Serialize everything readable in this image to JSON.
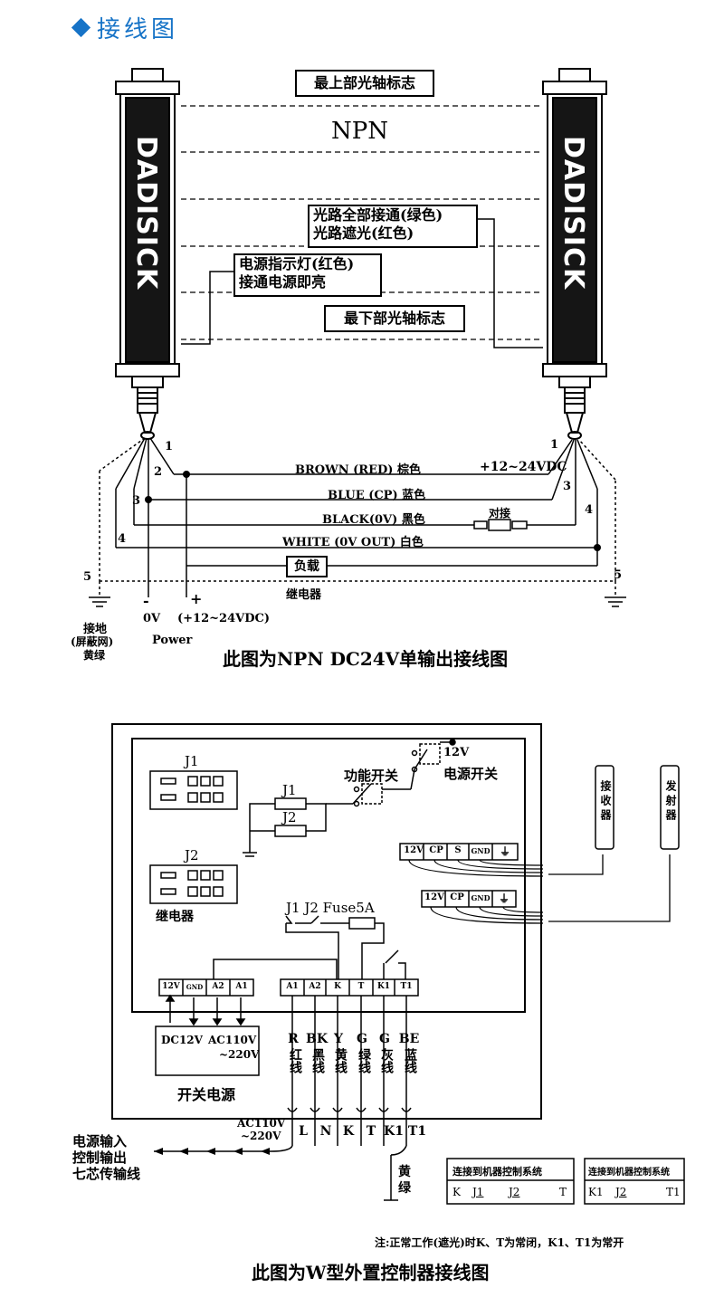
{
  "header": {
    "title": "接线图"
  },
  "diagram1": {
    "top_mark": "最上部光轴标志",
    "npn": "NPN",
    "green_line1": "光路全部接通(绿色)",
    "green_line2": "光路遮光(红色)",
    "power_line1": "电源指示灯(红色)",
    "power_line2": "接通电源即亮",
    "bottom_mark": "最下部光轴标志",
    "brand": "DADISICK",
    "wire_brown": "BROWN  (RED)  棕色",
    "wire_brown_volt": "+12~24VDC",
    "wire_blue": "BLUE (CP)  蓝色",
    "wire_black": "BLACK(0V)  黑色",
    "wire_black_conn": "对接",
    "wire_white": "WHITE  (0V  OUT)  白色",
    "load": "负载",
    "relay": "继电器",
    "pin1": "1",
    "pin2": "2",
    "pin3": "3",
    "pin4": "4",
    "pin5": "5",
    "minus": "-",
    "plus": "+",
    "ov": "0V",
    "vdc": "(+12~24VDC)",
    "power": "Power",
    "ground1": "接地",
    "ground2": "(屏蔽网)",
    "ground3": "黄绿",
    "caption": "此图为NPN  DC24V单输出接线图"
  },
  "diagram2": {
    "j1": "J1",
    "j2": "J2",
    "j1_relay": "J1",
    "j2_relay": "J2",
    "func_switch": "功能开关",
    "v12": "12V",
    "power_switch": "电源开关",
    "relay": "继电器",
    "receiver": "接收器",
    "emitter": "发射器",
    "term_a": [
      "12V",
      "CP",
      "S",
      "GND",
      "⏚"
    ],
    "term_b": [
      "12V",
      "CP",
      "GND",
      "⏚"
    ],
    "fuse_label": "J1 J2 Fuse5A",
    "psu_terms": [
      "12V",
      "GND",
      "A2",
      "A1"
    ],
    "out_terms": [
      "A1",
      "A2",
      "K",
      "T",
      "K1",
      "T1"
    ],
    "psu_dc": "DC12V",
    "psu_ac1": "AC110V",
    "psu_ac2": "~220V",
    "psu_name": "开关电源",
    "wires": [
      {
        "code": "R",
        "name": "红线"
      },
      {
        "code": "BK",
        "name": "黑线"
      },
      {
        "code": "Y",
        "name": "黄线"
      },
      {
        "code": "G",
        "name": "绿线"
      },
      {
        "code": "G",
        "name": "灰线"
      },
      {
        "code": "BE",
        "name": "蓝线"
      }
    ],
    "ac_label1": "AC110V",
    "ac_label2": "~220V",
    "bottom_terms": [
      "L",
      "N",
      "K",
      "T",
      "K1",
      "T1"
    ],
    "cable1": "电源输入",
    "cable2": "控制输出",
    "cable3": "七芯传输线",
    "yellow_green1": "黄",
    "yellow_green2": "绿",
    "sys1_title": "连接到机器控制系统",
    "sys1_k": "K",
    "sys1_j": "J1",
    "sys1_j2": "J2",
    "sys1_t": "T",
    "sys2_title": "连接到机器控制系统",
    "sys2_k": "K1",
    "sys2_j": "J2",
    "sys2_t": "T1",
    "note": "注:正常工作(遮光)时K、T为常闭，K1、T1为常开",
    "caption": "此图为W型外置控制器接线图"
  }
}
